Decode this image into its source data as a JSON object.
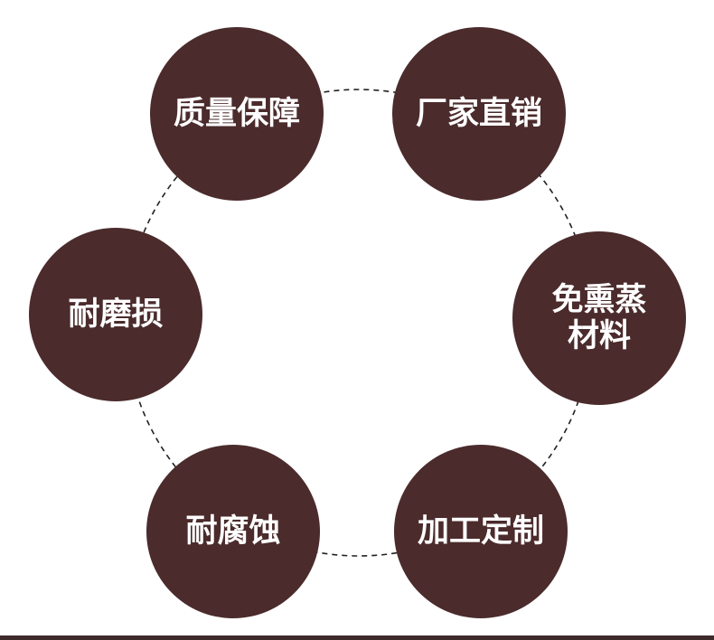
{
  "diagram": {
    "nodes": [
      {
        "id": "quality",
        "lines": [
          "质量保障"
        ]
      },
      {
        "id": "factory",
        "lines": [
          "厂家直销"
        ]
      },
      {
        "id": "no-fumigation",
        "lines": [
          "免熏蒸",
          "材料"
        ]
      },
      {
        "id": "custom",
        "lines": [
          "加工定制"
        ]
      },
      {
        "id": "corrosion",
        "lines": [
          "耐腐蚀"
        ]
      },
      {
        "id": "wear",
        "lines": [
          "耐磨损"
        ]
      }
    ],
    "colors": {
      "node_fill": "#4b2b2c",
      "label_text": "#ffffff",
      "ring_stroke": "#222222",
      "bottom_bar": "#3d2b2b"
    }
  }
}
